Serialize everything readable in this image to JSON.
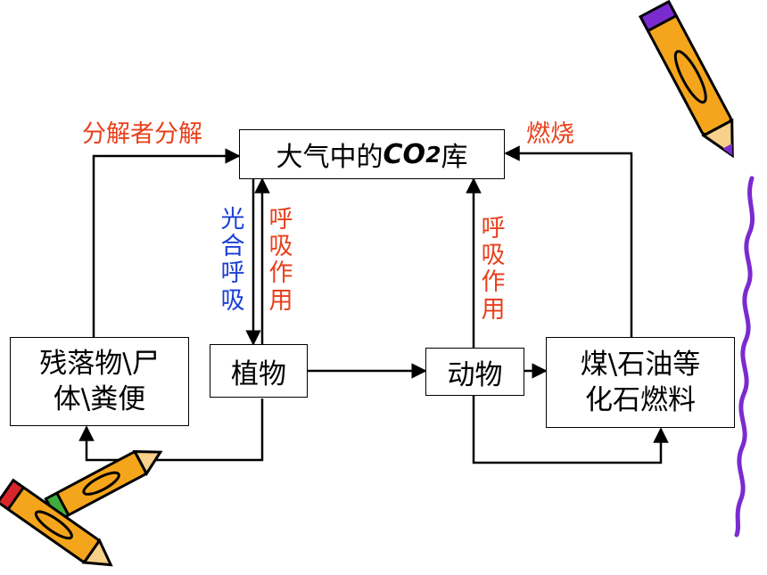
{
  "nodes": {
    "atmosphere": {
      "prefix": "大气中的",
      "formula": "CO",
      "subscript": "2",
      "suffix": "库"
    },
    "residue": {
      "line1": "残落物\\尸",
      "line2": "体\\粪便"
    },
    "plant": "植物",
    "animal": "动物",
    "fuel": {
      "line1": "煤\\石油等",
      "line2": "化石燃料"
    }
  },
  "labels": {
    "decomposition": "分解者分解",
    "combustion": "燃烧",
    "photosynthesis": "光合呼吸",
    "plant_respiration": "呼吸作用",
    "animal_respiration": "呼吸作用"
  },
  "colors": {
    "red_label": "#e8401c",
    "blue_label": "#1a3fd6",
    "line": "#000000",
    "wave": "#7a2bd0"
  },
  "decor": [
    "pencil-icon",
    "pencil-icon",
    "pencil-icon",
    "purple-wave-line"
  ]
}
